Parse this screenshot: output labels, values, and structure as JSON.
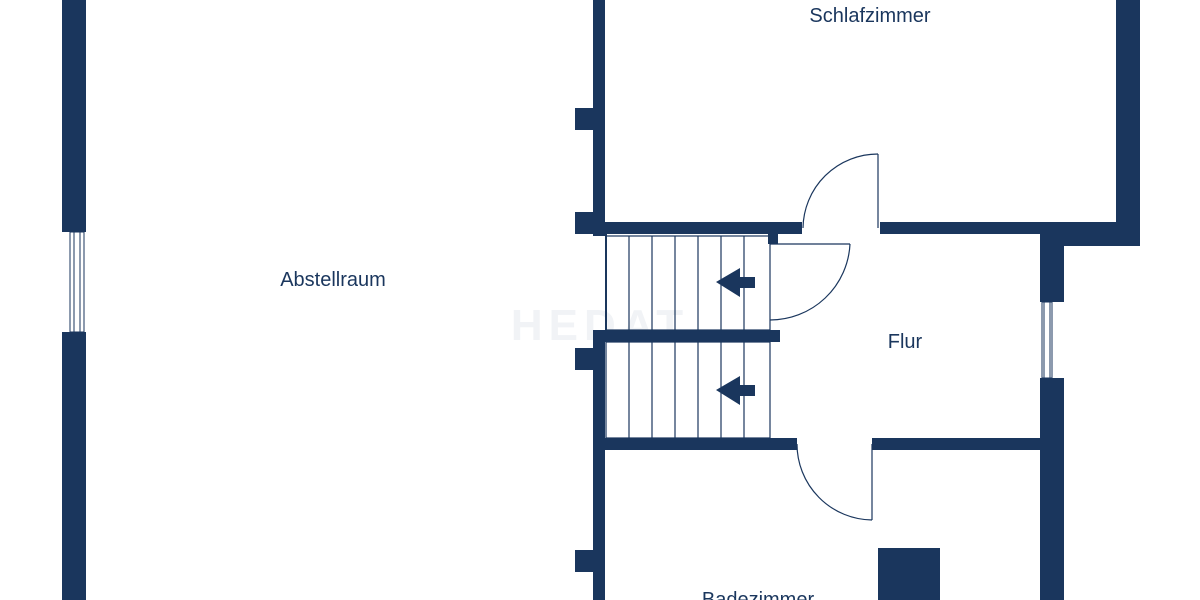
{
  "colors": {
    "wall": "#1a365d",
    "background": "#ffffff",
    "line": "#1a365d",
    "watermark": "#f2f4f7"
  },
  "rooms": {
    "schlafzimmer": "Schlafzimmer",
    "abstellraum": "Abstellraum",
    "flur": "Flur",
    "badezimmer": "Badezimmer"
  },
  "watermark_text": "HEDAT",
  "icons": {
    "stair_arrow": "arrow-left-icon",
    "door": "door-swing-icon",
    "window": "window-icon"
  }
}
